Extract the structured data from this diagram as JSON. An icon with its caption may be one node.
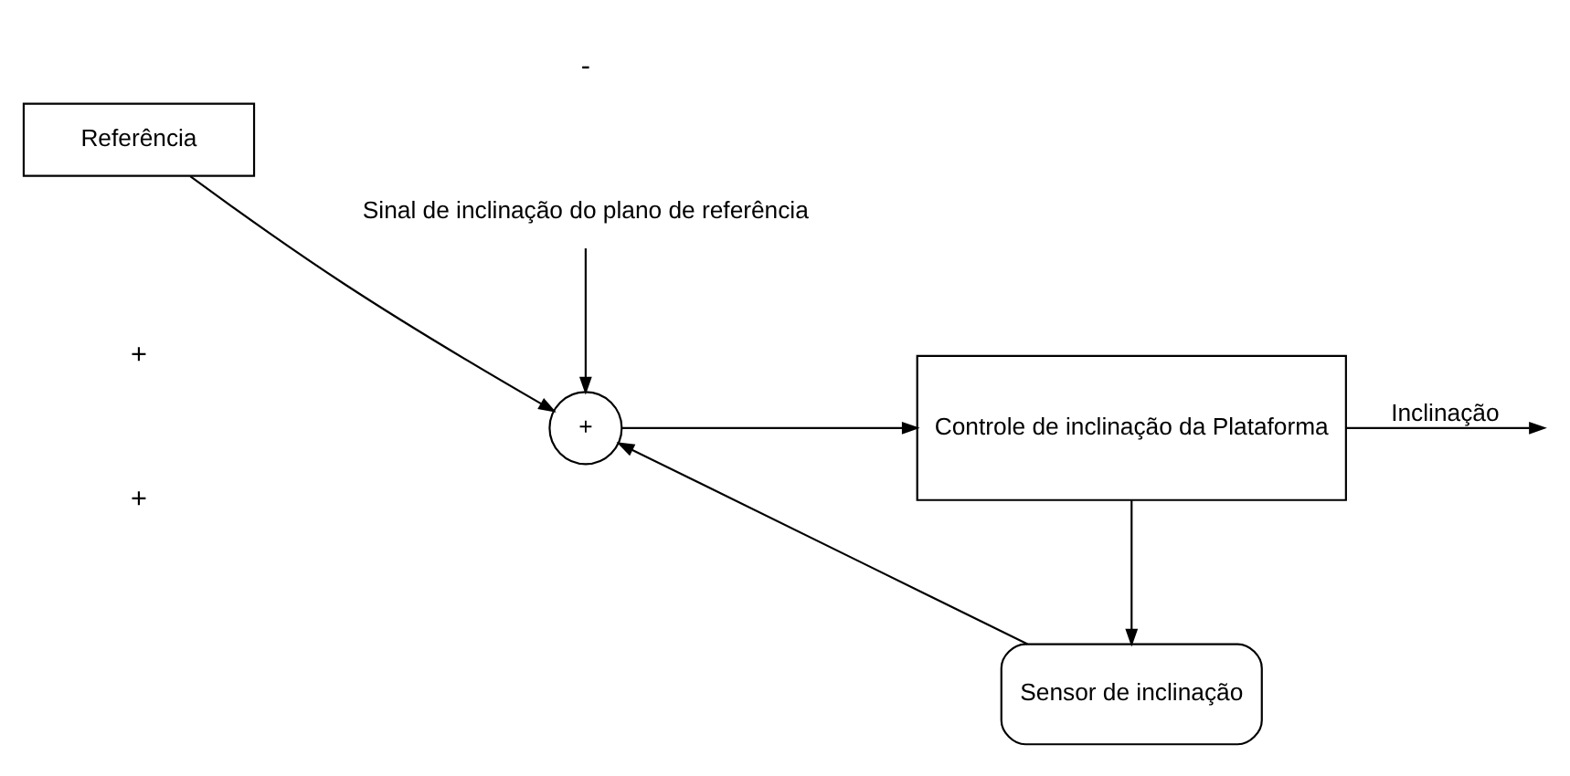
{
  "diagram": {
    "nodes": [
      {
        "text": [
          "Referência"
        ]
      },
      {
        "text": [
          "+"
        ]
      },
      {
        "text": [
          "Controle de inclinação da Plataforma"
        ]
      },
      {
        "text": [
          "Sensor de inclinação"
        ]
      },
      {
        "text": [
          "Sinal de inclinação do plano de referência"
        ]
      }
    ],
    "edges": [
      {
        "from": 0,
        "to": 1,
        "arrow": "to"
      },
      {
        "from": 4,
        "to": 1,
        "arrow": "to"
      },
      {
        "from": 1,
        "to": 2,
        "arrow": "to"
      },
      {
        "from": 2,
        "to": null,
        "arrow": "to",
        "label": "Inclinação"
      },
      {
        "from": 2,
        "to": 3,
        "arrow": "to"
      },
      {
        "from": 3,
        "to": 1,
        "arrow": "to"
      }
    ],
    "labels": [
      "+",
      "+",
      "-"
    ]
  }
}
